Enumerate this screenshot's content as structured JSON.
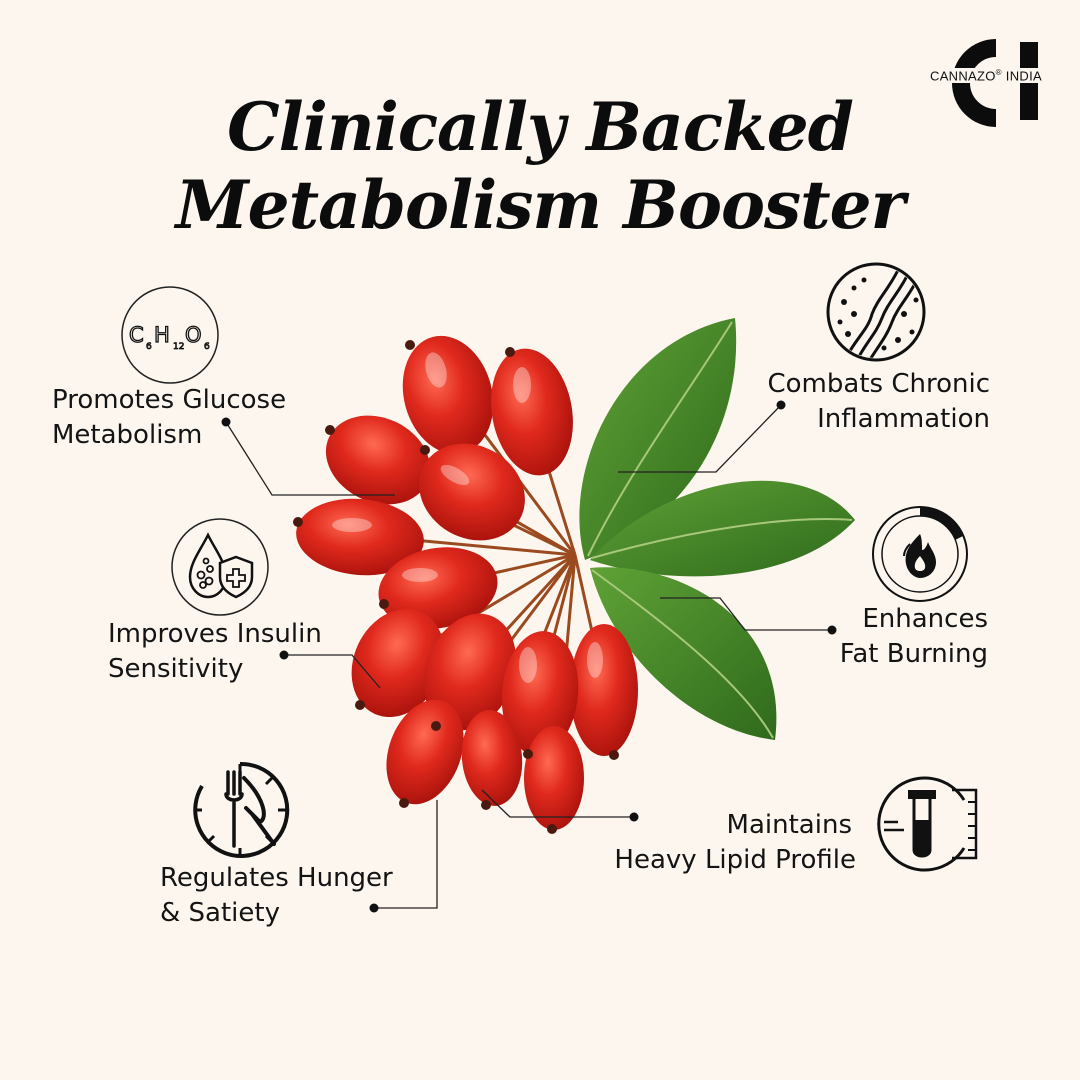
{
  "header": {
    "title_line1": "Clinically Backed",
    "title_line2": "Metabolism Booster"
  },
  "brand": {
    "logo_mark": "CI",
    "name": "CANNAZO",
    "name_suffix": "INDIA",
    "registered": "®"
  },
  "benefits": {
    "glucose": {
      "line1": "Promotes Glucose",
      "line2": "Metabolism",
      "icon": "glucose-formula-icon",
      "formula": [
        "C",
        "6",
        "H",
        "12",
        "O",
        "6"
      ]
    },
    "insulin": {
      "line1": "Improves Insulin",
      "line2": "Sensitivity",
      "icon": "blood-drop-shield-icon"
    },
    "hunger": {
      "line1": "Regulates Hunger",
      "line2": "& Satiety",
      "icon": "fork-knife-clock-icon"
    },
    "inflammation": {
      "line1": "Combats Chronic",
      "line2": "Inflammation",
      "icon": "tissue-cells-icon"
    },
    "fat": {
      "line1": "Enhances",
      "line2": "Fat Burning",
      "icon": "flame-gauge-icon"
    },
    "lipid": {
      "line1": "Maintains",
      "line2": "Heavy Lipid Profile",
      "icon": "test-tube-icon"
    }
  },
  "colors": {
    "background": "#fcf6ee",
    "berry": "#d8261c",
    "leaf": "#4e8c2c",
    "text": "#141414"
  }
}
